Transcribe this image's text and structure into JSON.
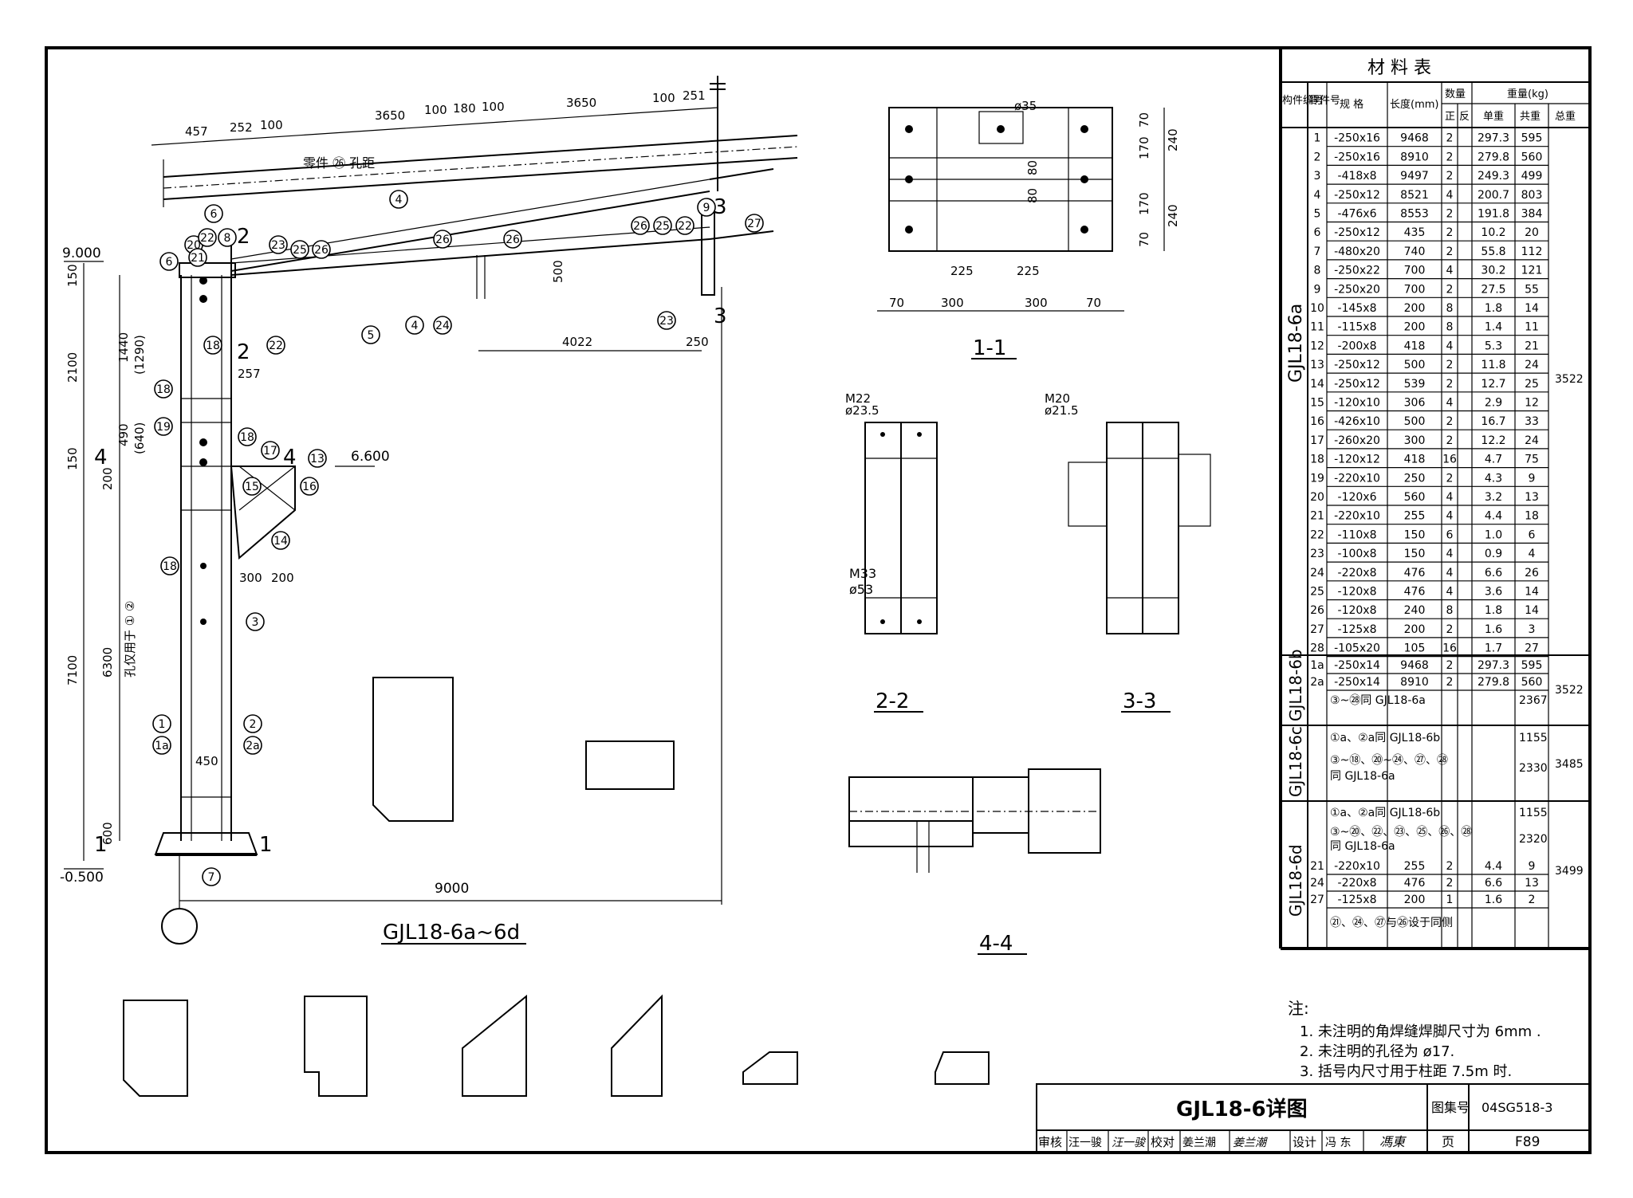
{
  "drawing": {
    "title": "GJL18-6a~6d",
    "section_1_1": "1-1",
    "section_2_2": "2-2",
    "section_3_3": "3-3",
    "section_4_4": "4-4",
    "elev_top": "9.000",
    "elev_mid": "6.600",
    "elev_bottom": "-0.500",
    "span": "9000",
    "hole_note_top": "零件 ㉖ 孔距",
    "hole_note_col": "孔仅用于 ① ②",
    "bolt_m33": "M33",
    "bolt_m33_d": "ø53",
    "bolt_m22": "M22",
    "bolt_m22_d": "ø23.5",
    "bolt_m20": "M20",
    "bolt_m20_d": "ø21.5",
    "hole_35": "ø35",
    "dims_top": [
      "457",
      "252",
      "100",
      "3650",
      "100",
      "180",
      "100",
      "3650",
      "100",
      "251"
    ],
    "dims_left": [
      "150",
      "2100",
      "150",
      "200",
      "7100",
      "600"
    ],
    "dims_col": [
      "1440",
      "(1290)",
      "490",
      "(640)",
      "6300",
      "450"
    ],
    "dims_beam": [
      "4022",
      "250",
      "500",
      "257",
      "300",
      "200",
      "450"
    ],
    "dims_1_1": [
      "70",
      "300",
      "300",
      "70",
      "225",
      "225",
      "240",
      "240",
      "70",
      "170",
      "80",
      "80",
      "170",
      "70"
    ]
  },
  "table": {
    "title": "材 料 表",
    "headers": {
      "member": "构件编号",
      "part": "零件号",
      "spec": "规 格",
      "length": "长度(mm)",
      "qty": "数量",
      "qty_pos": "正",
      "qty_neg": "反",
      "weight": "重量(kg)",
      "unit": "单重",
      "total": "共重",
      "grand": "总重"
    },
    "member_a": "GJL18-6a",
    "member_b": "GJL18-6b",
    "member_c": "GJL18-6c",
    "member_d": "GJL18-6d",
    "grand_a": "3522",
    "grand_b": "3522",
    "grand_c": "3485",
    "grand_d": "3499",
    "rows_a": [
      [
        "1",
        "-250x16",
        "9468",
        "2",
        "",
        "297.3",
        "595"
      ],
      [
        "2",
        "-250x16",
        "8910",
        "2",
        "",
        "279.8",
        "560"
      ],
      [
        "3",
        "-418x8",
        "9497",
        "2",
        "",
        "249.3",
        "499"
      ],
      [
        "4",
        "-250x12",
        "8521",
        "4",
        "",
        "200.7",
        "803"
      ],
      [
        "5",
        "-476x6",
        "8553",
        "2",
        "",
        "191.8",
        "384"
      ],
      [
        "6",
        "-250x12",
        "435",
        "2",
        "",
        "10.2",
        "20"
      ],
      [
        "7",
        "-480x20",
        "740",
        "2",
        "",
        "55.8",
        "112"
      ],
      [
        "8",
        "-250x22",
        "700",
        "4",
        "",
        "30.2",
        "121"
      ],
      [
        "9",
        "-250x20",
        "700",
        "2",
        "",
        "27.5",
        "55"
      ],
      [
        "10",
        "-145x8",
        "200",
        "8",
        "",
        "1.8",
        "14"
      ],
      [
        "11",
        "-115x8",
        "200",
        "8",
        "",
        "1.4",
        "11"
      ],
      [
        "12",
        "-200x8",
        "418",
        "4",
        "",
        "5.3",
        "21"
      ],
      [
        "13",
        "-250x12",
        "500",
        "2",
        "",
        "11.8",
        "24"
      ],
      [
        "14",
        "-250x12",
        "539",
        "2",
        "",
        "12.7",
        "25"
      ],
      [
        "15",
        "-120x10",
        "306",
        "4",
        "",
        "2.9",
        "12"
      ],
      [
        "16",
        "-426x10",
        "500",
        "2",
        "",
        "16.7",
        "33"
      ],
      [
        "17",
        "-260x20",
        "300",
        "2",
        "",
        "12.2",
        "24"
      ],
      [
        "18",
        "-120x12",
        "418",
        "16",
        "",
        "4.7",
        "75"
      ],
      [
        "19",
        "-220x10",
        "250",
        "2",
        "",
        "4.3",
        "9"
      ],
      [
        "20",
        "-120x6",
        "560",
        "4",
        "",
        "3.2",
        "13"
      ],
      [
        "21",
        "-220x10",
        "255",
        "4",
        "",
        "4.4",
        "18"
      ],
      [
        "22",
        "-110x8",
        "150",
        "6",
        "",
        "1.0",
        "6"
      ],
      [
        "23",
        "-100x8",
        "150",
        "4",
        "",
        "0.9",
        "4"
      ],
      [
        "24",
        "-220x8",
        "476",
        "4",
        "",
        "6.6",
        "26"
      ],
      [
        "25",
        "-120x8",
        "476",
        "4",
        "",
        "3.6",
        "14"
      ],
      [
        "26",
        "-120x8",
        "240",
        "8",
        "",
        "1.8",
        "14"
      ],
      [
        "27",
        "-125x8",
        "200",
        "2",
        "",
        "1.6",
        "3"
      ],
      [
        "28",
        "-105x20",
        "105",
        "16",
        "",
        "1.7",
        "27"
      ]
    ],
    "rows_b": [
      [
        "1a",
        "-250x14",
        "9468",
        "2",
        "",
        "297.3",
        "595"
      ],
      [
        "2a",
        "-250x14",
        "8910",
        "2",
        "",
        "279.8",
        "560"
      ]
    ],
    "b_same": "③~㉘同 GJL18-6a",
    "b_same_w": "2367",
    "c_line1": "①a、②a同 GJL18-6b",
    "c_line1_w": "1155",
    "c_line2": "③~⑱、⑳~㉔、㉗、㉘",
    "c_line3": "同 GJL18-6a",
    "c_line2_w": "2330",
    "d_line1": "①a、②a同 GJL18-6b",
    "d_line1_w": "1155",
    "d_line2": "③~⑳、㉒、㉓、㉕、㉖、㉘",
    "d_line3": "同 GJL18-6a",
    "d_line2_w": "2320",
    "rows_d": [
      [
        "21",
        "-220x10",
        "255",
        "2",
        "",
        "4.4",
        "9"
      ],
      [
        "24",
        "-220x8",
        "476",
        "2",
        "",
        "6.6",
        "13"
      ],
      [
        "27",
        "-125x8",
        "200",
        "1",
        "",
        "1.6",
        "2"
      ]
    ],
    "d_note": "㉑、㉔、㉗与㉖设于同侧"
  },
  "notes": {
    "title": "注:",
    "n1": "1. 未注明的角焊缝焊脚尺寸为 6mm .",
    "n2": "2. 未注明的孔径为 ø17.",
    "n3": "3. 括号内尺寸用于柱距 7.5m 时."
  },
  "titleblock": {
    "title": "GJL18-6详图",
    "atlas_label": "图集号",
    "atlas_no": "04SG518-3",
    "page_label": "页",
    "page_no": "F89",
    "review_label": "审核",
    "review_name": "汪一骏",
    "review_sig": "汪一骏",
    "check_label": "校对",
    "check_name": "姜兰潮",
    "check_sig": "姜兰潮",
    "design_label": "设计",
    "design_name": "冯 东",
    "design_sig": "馮東"
  }
}
